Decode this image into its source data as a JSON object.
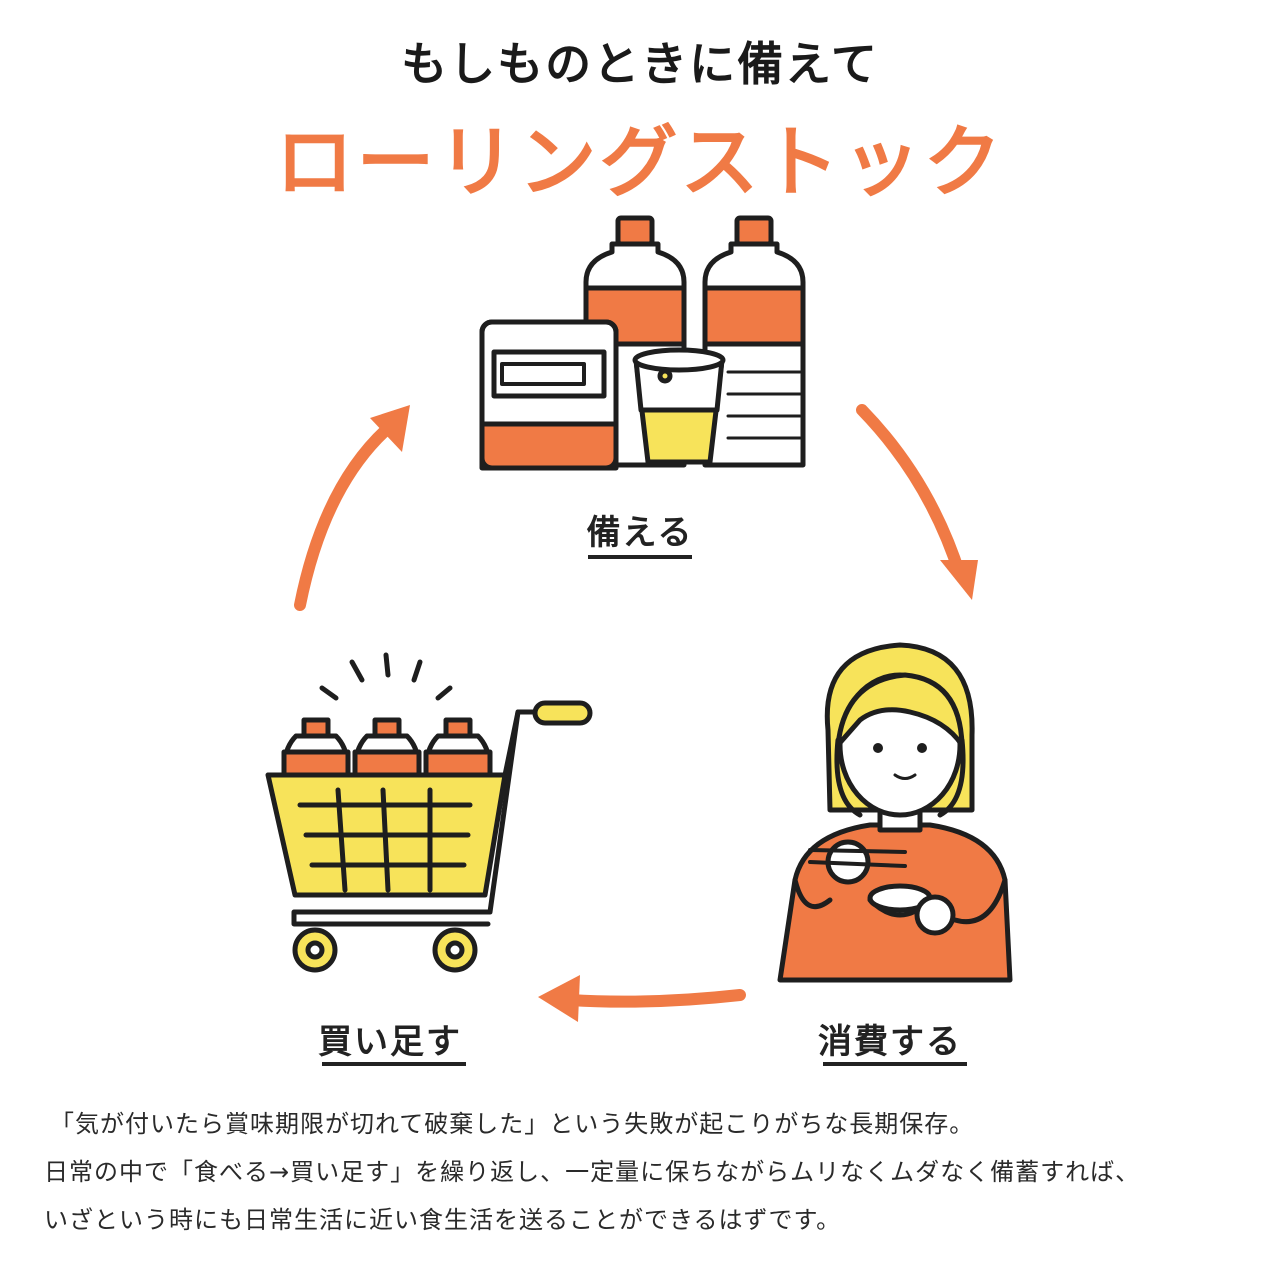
{
  "header": {
    "subtitle": "もしものときに備えて",
    "title": "ローリングストック"
  },
  "cycle": {
    "stages": [
      {
        "label": "備える",
        "icon": "stockpile-icon"
      },
      {
        "label": "消費する",
        "icon": "person-eating-icon"
      },
      {
        "label": "買い足す",
        "icon": "shopping-cart-icon"
      }
    ]
  },
  "description": {
    "lines": [
      "「気が付いたら賞味期限が切れて破棄した」という失敗が起こりがちな長期保存。",
      "日常の中で「食べる→買い足す」を繰り返し、一定量に保ちながらムリなくムダなく備蓄すれば、",
      "いざという時にも日常生活に近い食生活を送ることができるはずです。"
    ]
  },
  "colors": {
    "accent": "#f07a45",
    "yellow": "#f7e35a",
    "text": "#1f1f1f",
    "outline": "#1e1e1e"
  }
}
